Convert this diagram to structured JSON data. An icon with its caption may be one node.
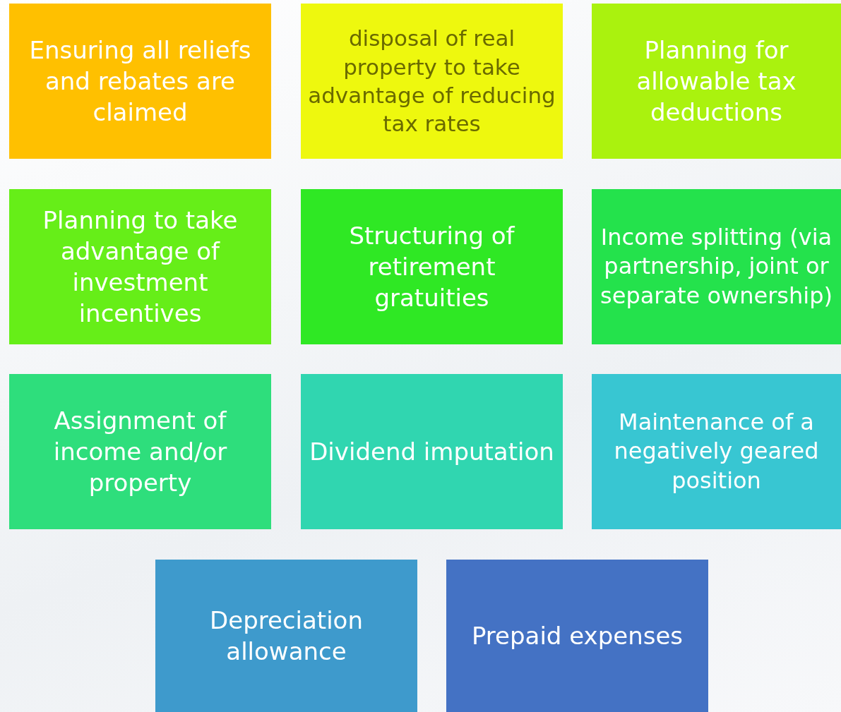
{
  "diagram": {
    "nodes": [
      {
        "text": [
          "Ensuring all reliefs and rebates are claimed"
        ]
      },
      {
        "text": [
          "disposal of real property to take advantage of reducing tax rates"
        ]
      },
      {
        "text": [
          "Planning for allowable tax deductions"
        ]
      },
      {
        "text": [
          "Planning to take advantage of investment incentives"
        ]
      },
      {
        "text": [
          "Structuring of retirement gratuities"
        ]
      },
      {
        "text": [
          "Income splitting (via partnership, joint or separate ownership)"
        ]
      },
      {
        "text": [
          "Assignment of income and/or property"
        ]
      },
      {
        "text": [
          "Dividend imputation"
        ]
      },
      {
        "text": [
          "Maintenance of a negatively geared position"
        ]
      },
      {
        "text": [
          "Depreciation allowance"
        ]
      },
      {
        "text": [
          "Prepaid expenses"
        ]
      }
    ]
  }
}
